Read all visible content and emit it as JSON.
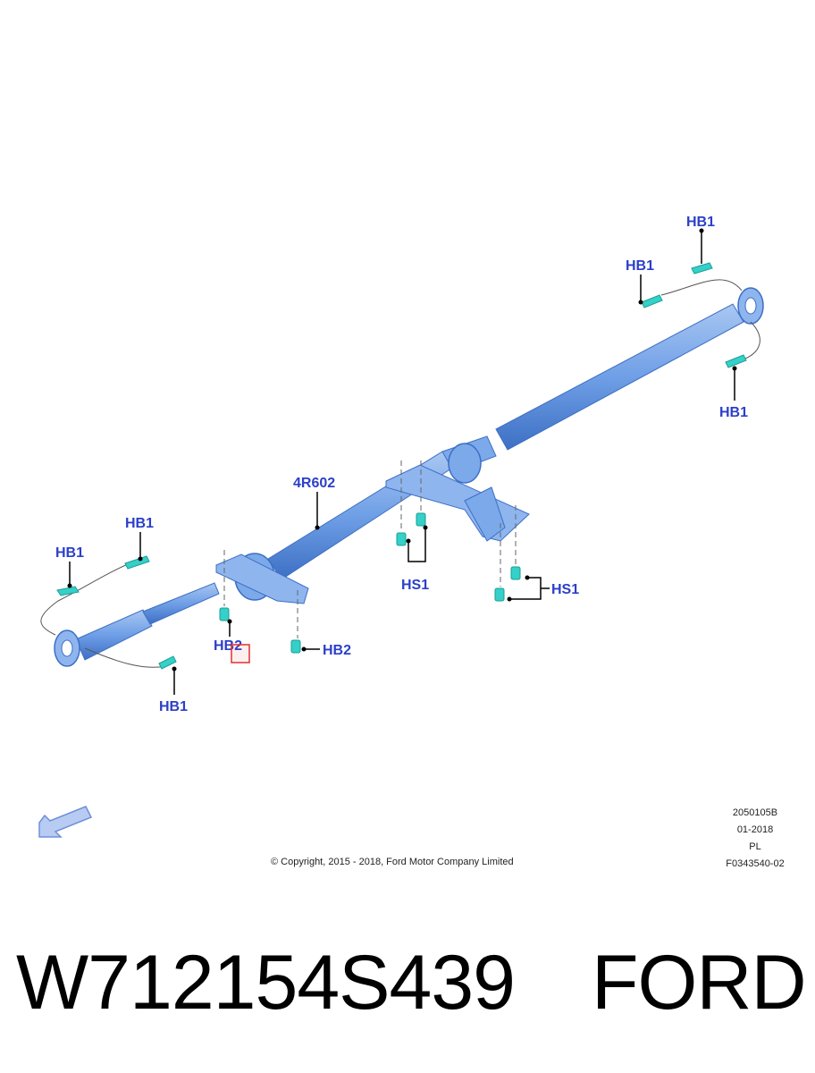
{
  "diagram": {
    "part_callout": "4R602",
    "callouts": {
      "hb1_top_right_upper": "HB1",
      "hb1_top_right_lower": "HB1",
      "hb1_right": "HB1",
      "hb1_left_upper": "HB1",
      "hb1_left_mid": "HB1",
      "hb1_left_bottom": "HB1",
      "hb2_left": "HB2",
      "hb2_center": "HB2",
      "hs1_center": "HS1",
      "hs1_right": "HS1"
    },
    "colors": {
      "shaft": "#6f9fe6",
      "shaft_dark": "#3d6fc4",
      "shaft_light": "#a9c7f2",
      "fastener": "#35d0c8",
      "label": "#2b3fc9",
      "highlight_box": "#e03030",
      "arrow": "#8ba7e8"
    },
    "direction_arrow_icon": "front-direction-arrow-icon"
  },
  "footer": {
    "copyright": "© Copyright, 2015 - 2018, Ford Motor Company Limited",
    "doc_code": "2050105B",
    "doc_date": "01-2018",
    "doc_lang": "PL",
    "doc_ref": "F0343540-02"
  },
  "part_number": "W712154S439",
  "brand": "FORD"
}
